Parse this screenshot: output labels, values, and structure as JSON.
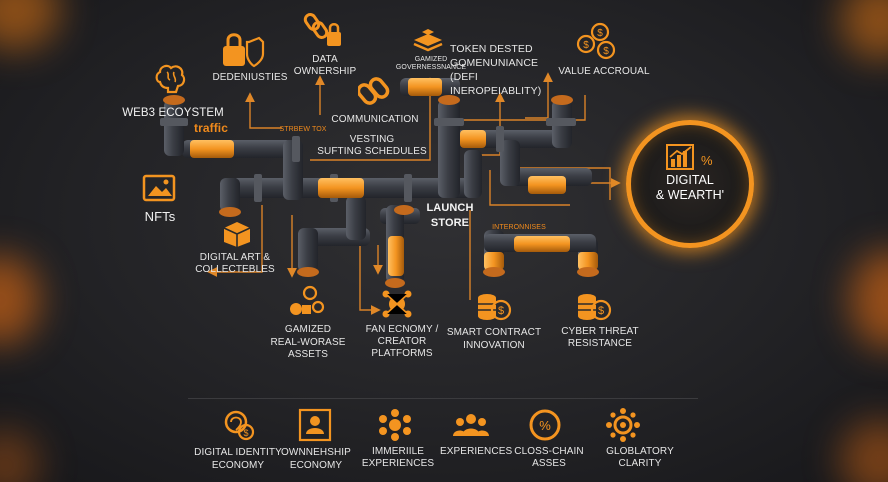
{
  "labels": {
    "web3_ecosystem": "WEB3 ECOYSTEM",
    "traffic": "traffic",
    "dedeniusties": "DEDENIUSTIES",
    "data_ownership": "DATA OWNERSHIP",
    "gamized_governessnance": "GAMIZED\nGOVERNESSNANCE",
    "token_dested": "TOKEN DESTED\nGOMENUNIANCE\n(DEFI\nINEROPEIABLITY)",
    "value_accrual": "VALUE ACCROUAL",
    "communication": "COMMUNICATION",
    "strbew_tox": "STRBEW TOX",
    "vesting": "VESTING\nSUFTING SCHEDULES",
    "nfts": "NFTs",
    "launch_store": "LAUNCH\nSTORE",
    "interonnises": "INTERONNISES",
    "digital_wealth": "DIGITAL\n& WEARTH'",
    "digital_art": "DIGITAL ART &\nCOLLECTEBLES",
    "gamized_realworld": "GAMIZED\nREAL-WORASE\nASSETS",
    "fan_economy": "FAN ECNOMY /\nCREATOR\nPLATFORMS",
    "smart_contract": "SMART CONTRACT\nINNOVATION",
    "cyber_threat": "CYBER THREAT RESISTANCE"
  },
  "bottom": [
    {
      "label": "DIGITAL IDENTITY\nECONOMY",
      "icon": "digital-identity-icon"
    },
    {
      "label": "OWNNEHSHIP\nECONOMY",
      "icon": "ownership-icon"
    },
    {
      "label": "IMMERIILE EXPERIENCES",
      "icon": "immersive-icon"
    },
    {
      "label": "EXPERIENCES",
      "icon": "experiences-icon"
    },
    {
      "label": "CLOSS-CHAIN ASSES",
      "icon": "cross-chain-icon"
    },
    {
      "label": "GLOBLATORY CLARITY",
      "icon": "global-clarity-icon"
    }
  ],
  "colors": {
    "accent": "#f39420",
    "pipe": "#3c3f46",
    "background": "#232326"
  }
}
